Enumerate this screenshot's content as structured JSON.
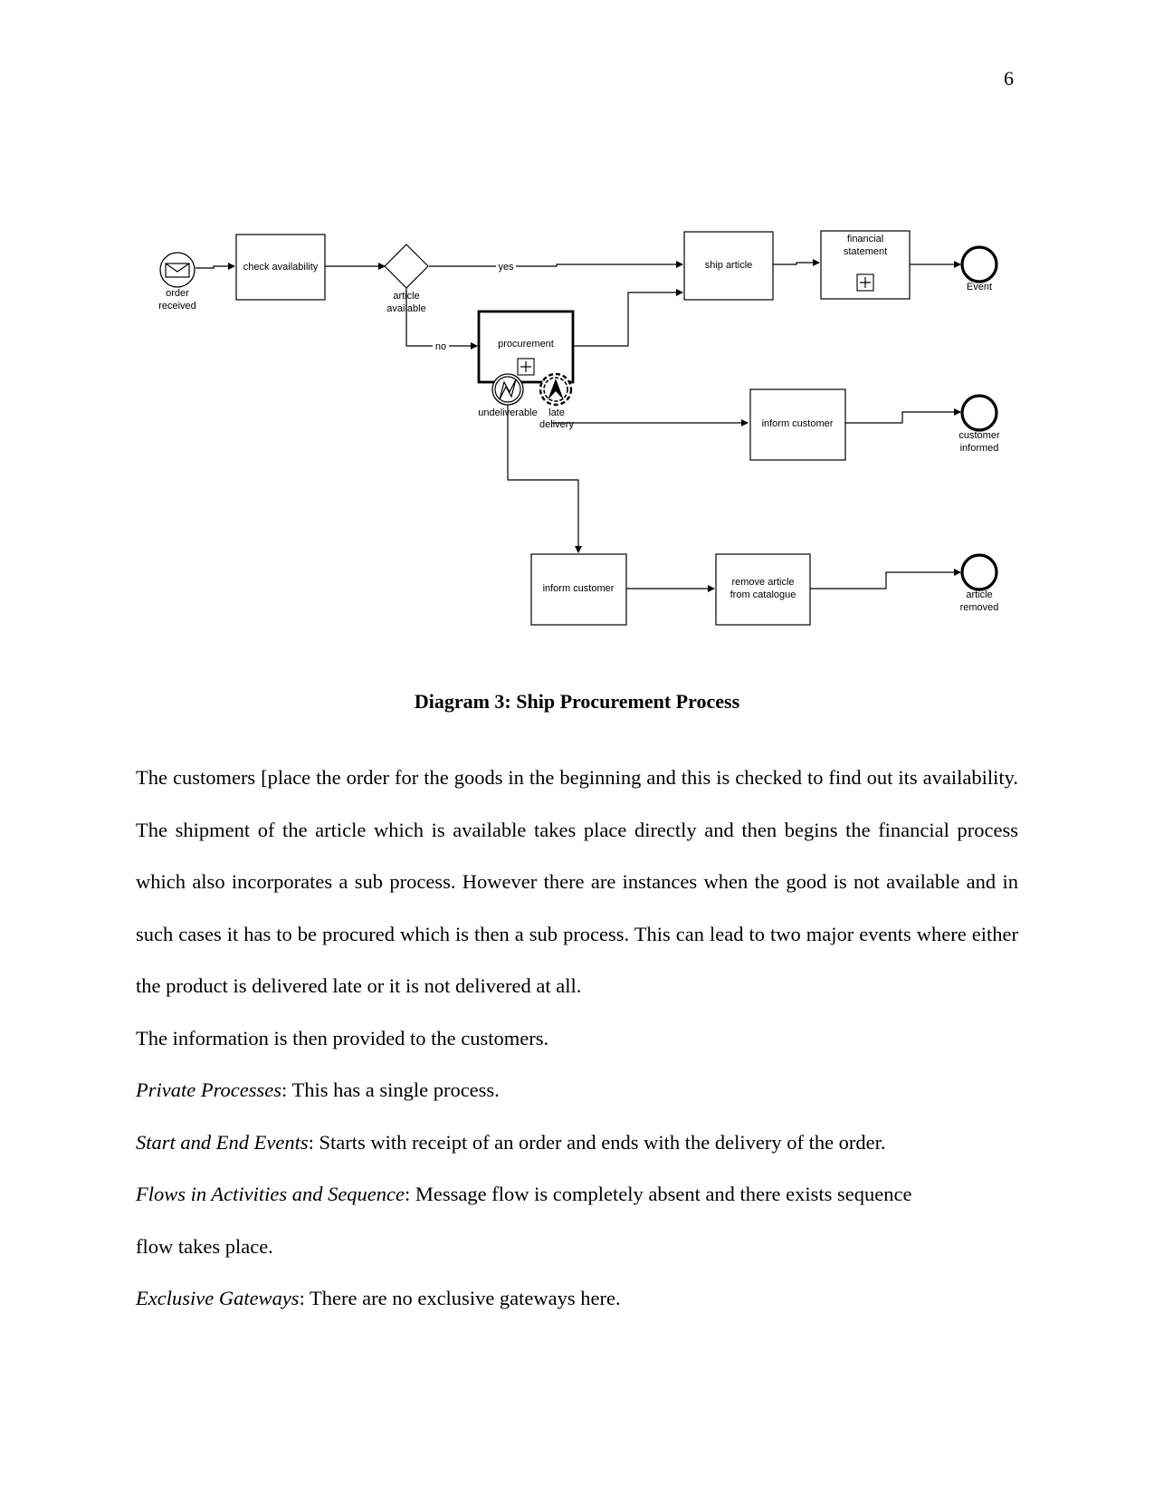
{
  "page": {
    "number": "6"
  },
  "diagram": {
    "start_event": {
      "label1": "order",
      "label2": "received"
    },
    "task_check": "check availability",
    "gateway": {
      "label1": "article",
      "label2": "available"
    },
    "flow_yes": "yes",
    "flow_no": "no",
    "task_ship": "ship article",
    "subprocess_financial": {
      "label1": "financial",
      "label2": "statement"
    },
    "end_event_1": "Event",
    "subprocess_procurement": "procurement",
    "boundary_undeliverable": "undeliverable",
    "boundary_late": {
      "label1": "late",
      "label2": "delivery"
    },
    "task_inform_1": "inform customer",
    "end_event_2": {
      "label1": "customer",
      "label2": "informed"
    },
    "task_inform_2": "inform customer",
    "task_remove": {
      "label1": "remove article",
      "label2": "from catalogue"
    },
    "end_event_3": {
      "label1": "article",
      "label2": "removed"
    }
  },
  "caption": "Diagram 3: Ship Procurement Process",
  "paragraph": "The customers [place the order for the goods in the beginning and this is checked to find out its availability. The shipment of the article which is available takes place directly and then begins the financial process which also incorporates a sub process. However there are instances when the good is not available and in such cases it has to be procured which is then a sub process. This can lead to two major events where either the product is delivered late or it is not delivered at all.",
  "info_line": "The information is then provided to the customers.",
  "items": [
    {
      "term": "Private Processes",
      "text": ": This has a single process."
    },
    {
      "term": "Start and End Events",
      "text": ": Starts with receipt of an order and ends with the delivery of the order."
    },
    {
      "term": "Flows in Activities and Sequence",
      "text": ": Message flow is completely absent and there exists sequence"
    },
    {
      "term": "",
      "text": "flow takes place."
    },
    {
      "term": "Exclusive Gateways",
      "text": ": There are no exclusive gateways here."
    }
  ]
}
